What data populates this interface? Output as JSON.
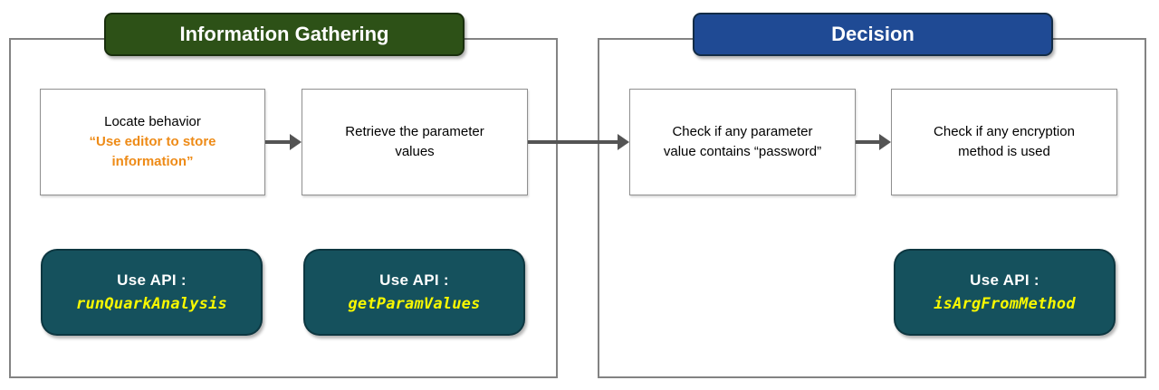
{
  "diagram": {
    "sections": [
      {
        "title": "Information Gathering"
      },
      {
        "title": "Decision"
      }
    ],
    "steps": [
      {
        "text": "Locate behavior",
        "highlight": "“Use editor to store information”"
      },
      {
        "text": "Retrieve the parameter values"
      },
      {
        "text": "Check if any parameter value contains “password”"
      },
      {
        "text": "Check if any encryption method is used"
      }
    ],
    "api_label": "Use API :",
    "apis": [
      "runQuarkAnalysis",
      "getParamValues",
      "isArgFromMethod"
    ],
    "colors": {
      "information_gathering_header": "#2d5117",
      "decision_header": "#1f4a94",
      "api_box": "#15515d",
      "api_name_text": "#f8f800",
      "highlight_text": "#ee8b17",
      "arrow": "#545454",
      "container_border": "#838383"
    }
  }
}
